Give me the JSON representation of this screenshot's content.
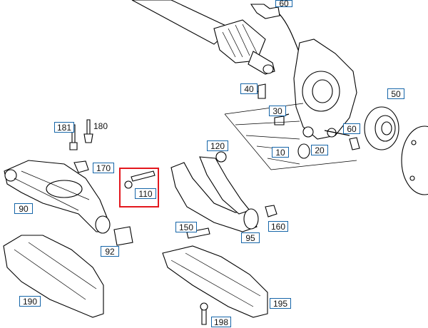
{
  "highlight_color": "#e3171d",
  "callout_border_color": "#1565a8",
  "labels": {
    "l60_top": "60",
    "l40": "40",
    "l30": "30",
    "l50": "50",
    "l60": "60",
    "l10": "10",
    "l20": "20",
    "l181": "181",
    "l180": "180",
    "l120": "120",
    "l170": "170",
    "l110": "110",
    "l90": "90",
    "l150": "150",
    "l160": "160",
    "l95": "95",
    "l92": "92",
    "l190": "190",
    "l195": "195",
    "l198": "198"
  }
}
